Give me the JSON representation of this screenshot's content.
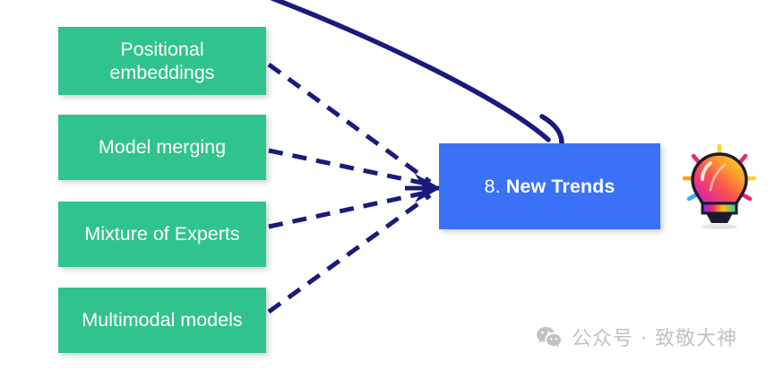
{
  "diagram": {
    "title_node": {
      "number": "8.",
      "label": "New Trends",
      "color": "#3b71f7",
      "text_color": "#ffffff"
    },
    "branch_color": "#31c38d",
    "edge_color": "#1a1a7e",
    "branches": [
      {
        "id": "positional-embeddings",
        "label": "Positional\nembeddings"
      },
      {
        "id": "model-merging",
        "label": "Model merging"
      },
      {
        "id": "mixture-of-experts",
        "label": "Mixture of Experts"
      },
      {
        "id": "multimodal-models",
        "label": "Multimodal models"
      }
    ],
    "icons": {
      "lightbulb": "lightbulb-icon",
      "wechat": "wechat-icon"
    }
  },
  "watermark": {
    "text": "公众号 · 致敬大神",
    "color": "#c2c2c2"
  }
}
